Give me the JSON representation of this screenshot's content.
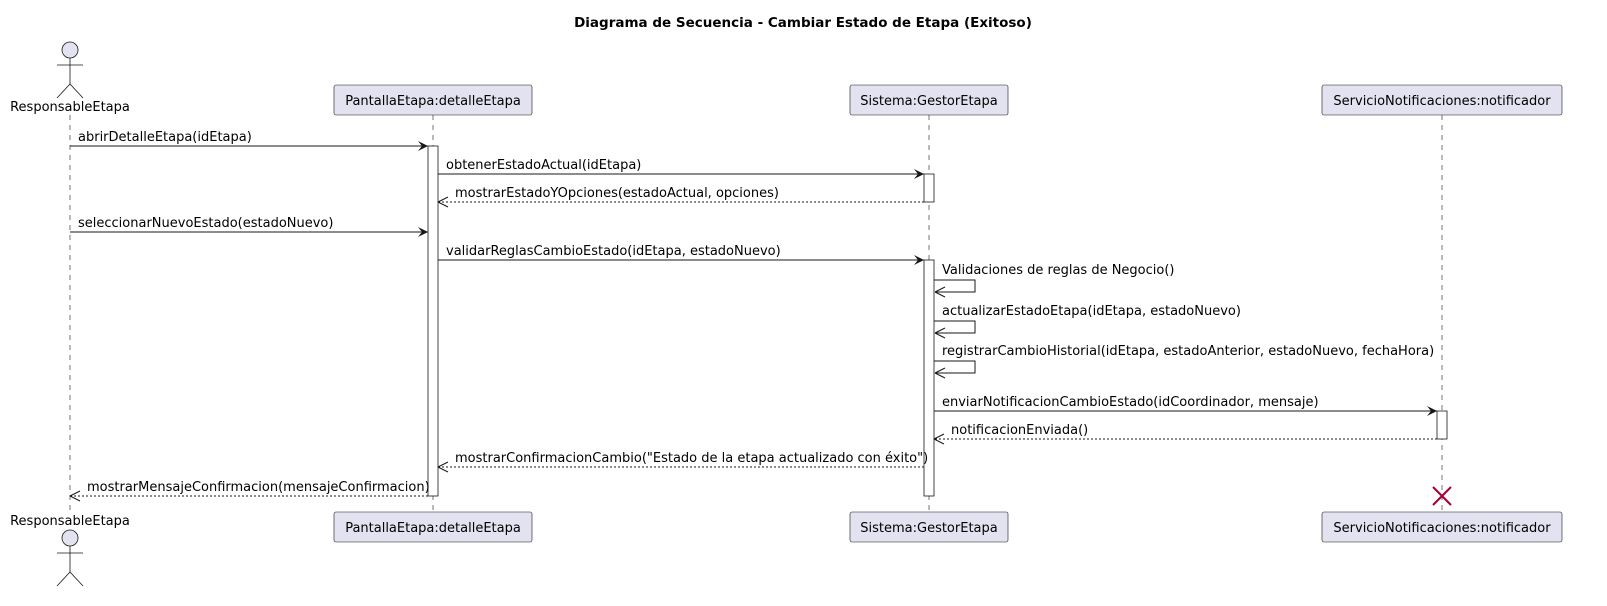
{
  "title": "Diagrama de Secuencia - Cambiar Estado de Etapa (Exitoso)",
  "participants": [
    {
      "id": "actor",
      "label": "ResponsableEtapa",
      "kind": "actor"
    },
    {
      "id": "pantalla",
      "label": "PantallaEtapa:detalleEtapa",
      "kind": "participant"
    },
    {
      "id": "sistema",
      "label": "Sistema:GestorEtapa",
      "kind": "participant"
    },
    {
      "id": "servicio",
      "label": "ServicioNotificaciones:notificador",
      "kind": "participant"
    }
  ],
  "messages": [
    {
      "from": "actor",
      "to": "pantalla",
      "label": "abrirDetalleEtapa(idEtapa)",
      "type": "sync"
    },
    {
      "from": "pantalla",
      "to": "sistema",
      "label": "obtenerEstadoActual(idEtapa)",
      "type": "sync"
    },
    {
      "from": "sistema",
      "to": "pantalla",
      "label": "mostrarEstadoYOpciones(estadoActual, opciones)",
      "type": "return"
    },
    {
      "from": "actor",
      "to": "pantalla",
      "label": "seleccionarNuevoEstado(estadoNuevo)",
      "type": "sync"
    },
    {
      "from": "pantalla",
      "to": "sistema",
      "label": "validarReglasCambioEstado(idEtapa, estadoNuevo)",
      "type": "sync"
    },
    {
      "from": "sistema",
      "to": "sistema",
      "label": "Validaciones de reglas de Negocio()",
      "type": "self"
    },
    {
      "from": "sistema",
      "to": "sistema",
      "label": "actualizarEstadoEtapa(idEtapa, estadoNuevo)",
      "type": "self"
    },
    {
      "from": "sistema",
      "to": "sistema",
      "label": "registrarCambioHistorial(idEtapa, estadoAnterior, estadoNuevo, fechaHora)",
      "type": "self"
    },
    {
      "from": "sistema",
      "to": "servicio",
      "label": "enviarNotificacionCambioEstado(idCoordinador, mensaje)",
      "type": "sync"
    },
    {
      "from": "servicio",
      "to": "sistema",
      "label": "notificacionEnviada()",
      "type": "return"
    },
    {
      "from": "sistema",
      "to": "pantalla",
      "label": "mostrarConfirmacionCambio(\"Estado de la etapa actualizado con éxito\")",
      "type": "return"
    },
    {
      "from": "pantalla",
      "to": "actor",
      "label": "mostrarMensajeConfirmacion(mensajeConfirmacion)",
      "type": "return"
    }
  ],
  "destroyed": "servicio",
  "colors": {
    "participant_fill": "#E2E2F0",
    "line": "#181818",
    "destroy": "#A80036"
  }
}
